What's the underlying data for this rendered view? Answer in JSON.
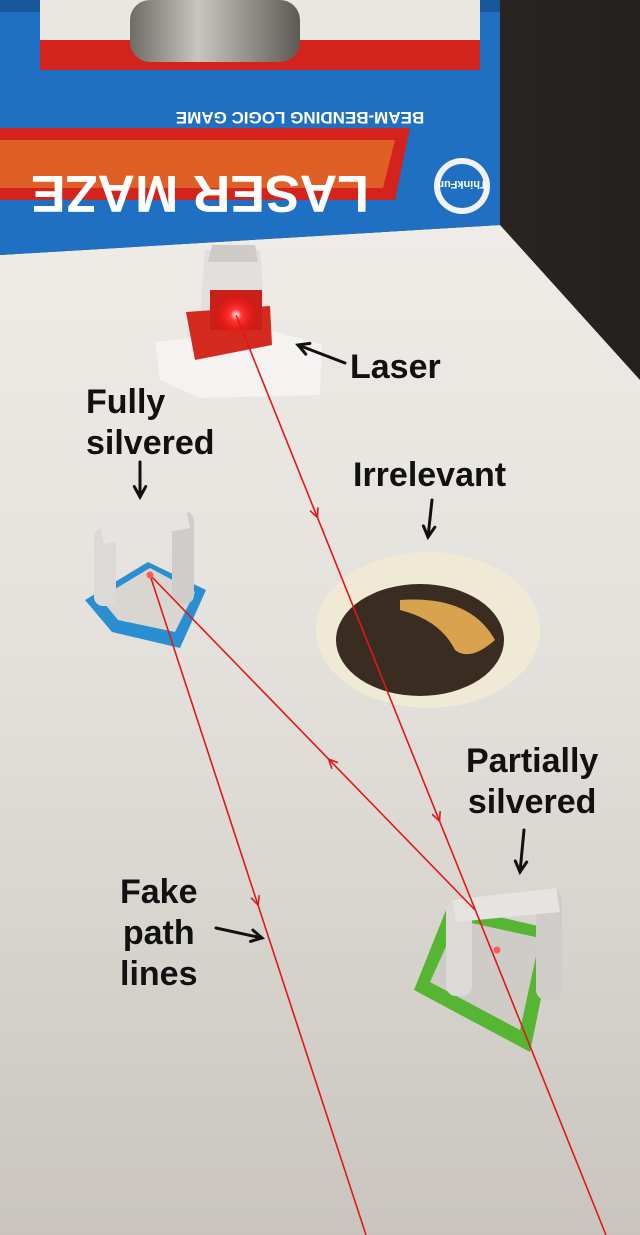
{
  "box": {
    "title": "LASER MAZE",
    "tagline": "BEAM-BENDING LOGIC GAME",
    "brand": "ThinkFun"
  },
  "annotations": {
    "laser": "Laser",
    "fully_silvered": [
      "Fully",
      "silvered"
    ],
    "irrelevant": "Irrelevant",
    "partially_silvered": [
      "Partially",
      "silvered"
    ],
    "fake_path_lines": [
      "Fake",
      "path",
      "lines"
    ]
  },
  "colors": {
    "beam": "#e01818",
    "box_blue": "#1f6fc2",
    "box_red": "#d4231d",
    "table": "#dedbd6",
    "blue_base": "#2a8fd0",
    "green_base": "#5ec23a"
  }
}
